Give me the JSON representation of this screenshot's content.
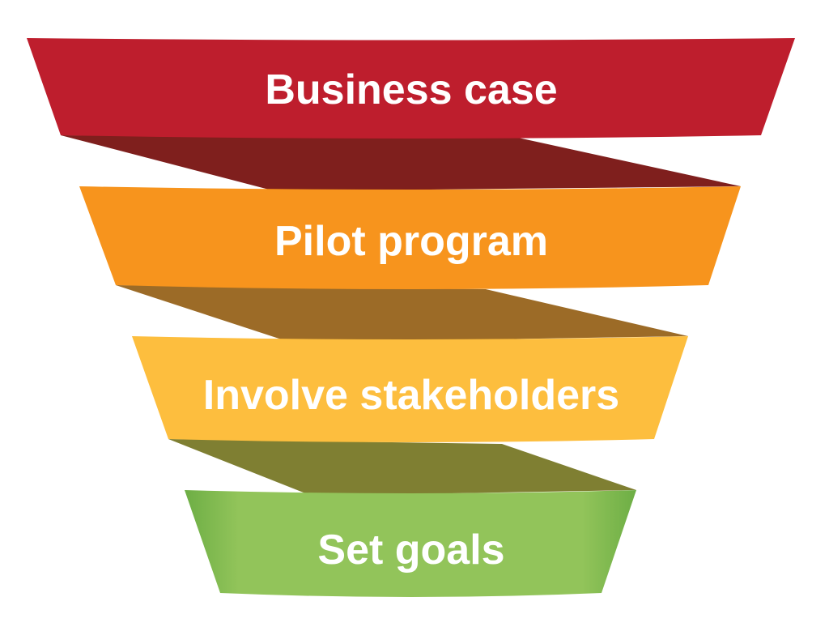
{
  "funnel": {
    "stages": [
      {
        "label": "Business case",
        "color": "#BE1E2D",
        "shadow": "#7F1F1D"
      },
      {
        "label": "Pilot program",
        "color": "#F7941D",
        "shadow": "#9C6B27"
      },
      {
        "label": "Involve stakeholders",
        "color": "#FDBE3E",
        "shadow": "#7F7F32"
      },
      {
        "label": "Set goals",
        "color": "#8DC152"
      }
    ]
  }
}
